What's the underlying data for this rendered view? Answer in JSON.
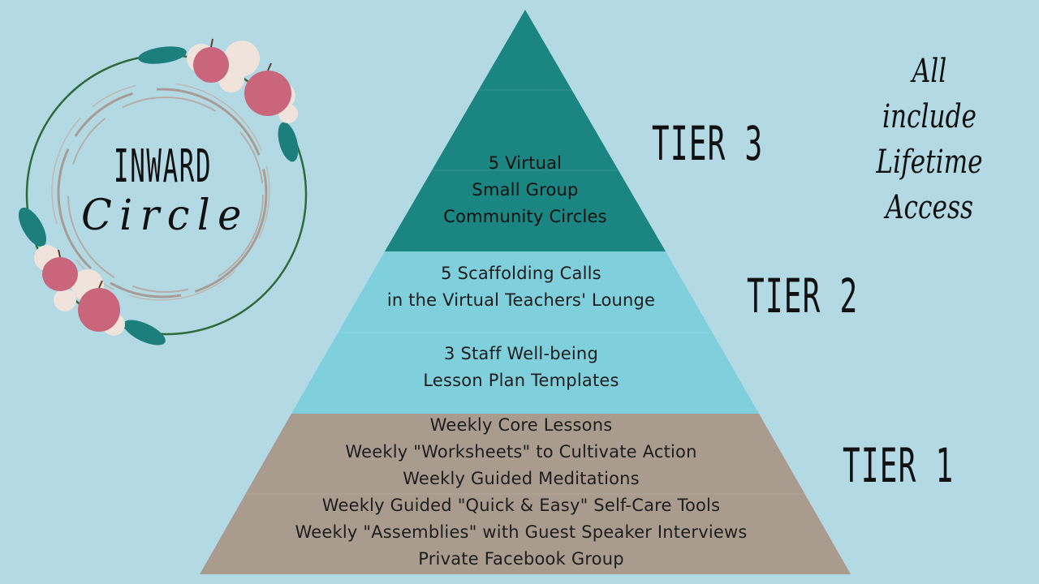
{
  "colors": {
    "background": "#b2d9e4",
    "tier3": "#1a8581",
    "tier2": "#7fcfdc",
    "tier1": "#a99b8e",
    "ring": "#2f6b3a",
    "apple": "#c9667c",
    "leaf": "#1d7f7b",
    "blossom": "#f0e3dc"
  },
  "logo": {
    "title": "INWARD",
    "script": "Circle"
  },
  "side_note": {
    "line1": "All include",
    "line2": "Lifetime",
    "line3": "Access"
  },
  "tiers": {
    "tier3": {
      "label": "TIER 3",
      "lines": [
        "5 Virtual",
        "Small Group",
        "Community Circles"
      ]
    },
    "tier2": {
      "label": "TIER 2",
      "group1": [
        "5 Scaffolding Calls",
        "in the Virtual Teachers' Lounge"
      ],
      "group2": [
        "3 Staff Well-being",
        "Lesson Plan Templates"
      ]
    },
    "tier1": {
      "label": "TIER 1",
      "lines": [
        "Weekly Core Lessons",
        "Weekly \"Worksheets\" to Cultivate Action",
        "Weekly Guided Meditations",
        "Weekly Guided \"Quick & Easy\" Self-Care Tools",
        "Weekly \"Assemblies\" with Guest Speaker Interviews",
        "Private Facebook Group"
      ]
    }
  }
}
